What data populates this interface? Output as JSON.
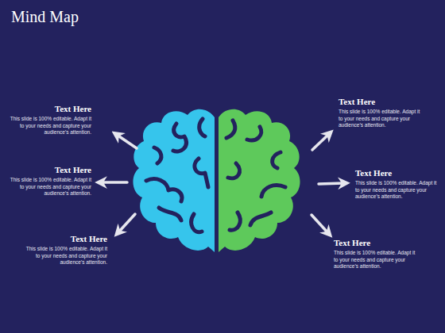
{
  "diagram": {
    "title": "Mind Map",
    "labels": [
      "Text Here",
      "This slide is 100% editable. Adapt it to your needs and capture your audience’s attention.",
      "Text Here",
      "This slide is 100% editable. Adapt it to your needs and capture your audience’s attention.",
      "Text Here",
      "This slide is 100% editable. Adapt it to your needs and capture your audience’s attention.",
      "Text Here",
      "This slide is 100% editable. Adapt it to your needs and capture your audience’s attention.",
      "Text Here",
      "This slide is 100% editable. Adapt it to your needs and capture your audience’s attention.",
      "Text Here",
      "This slide is 100% editable. Adapt it to your needs and capture your audience’s attention."
    ]
  }
}
